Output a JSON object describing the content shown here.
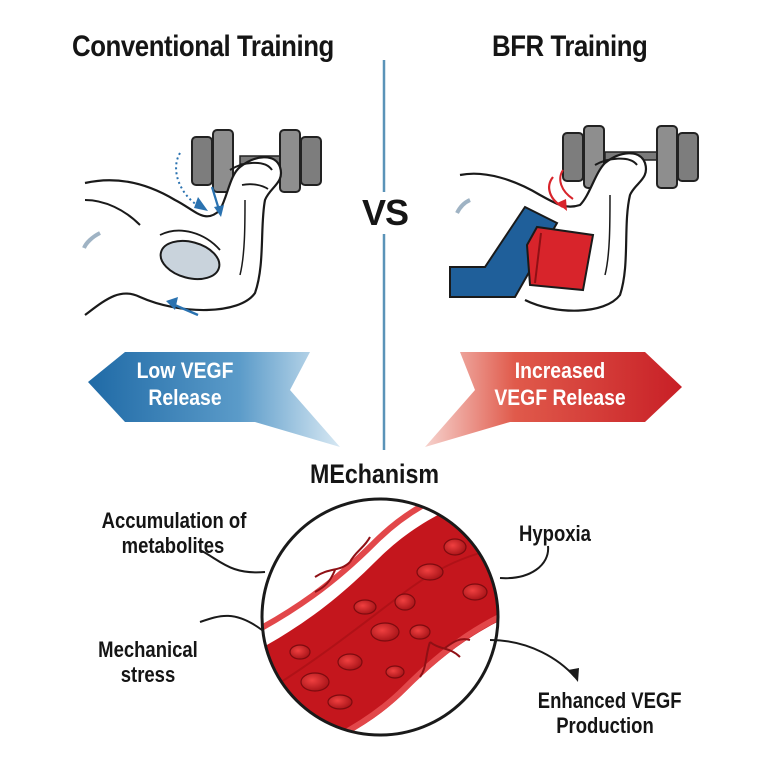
{
  "titles": {
    "left": "Conventional Training",
    "right": "BFR Training",
    "vs": "VS"
  },
  "banners": {
    "left": {
      "line1": "Low VEGF",
      "line2": "Release",
      "color_start": "#1f6aa6",
      "color_end": "#cfe2ef"
    },
    "right": {
      "line1": "Increased",
      "line2": "VEGF Release",
      "color_start": "#f3c9c4",
      "color_end": "#d1262b"
    }
  },
  "mechanism": {
    "title": "MEchanism",
    "labels": {
      "metabolites_1": "Accumulation of",
      "metabolites_2": "metabolites",
      "hypoxia": "Hypoxia",
      "stress_1": "Mechanical",
      "stress_2": "stress",
      "vegf_1": "Enhanced VEGF",
      "vegf_2": "Production"
    }
  },
  "colors": {
    "blue": "#1f5f9a",
    "red": "#d8242b",
    "divider": "#5a93b8",
    "vessel": "#c4161d"
  }
}
